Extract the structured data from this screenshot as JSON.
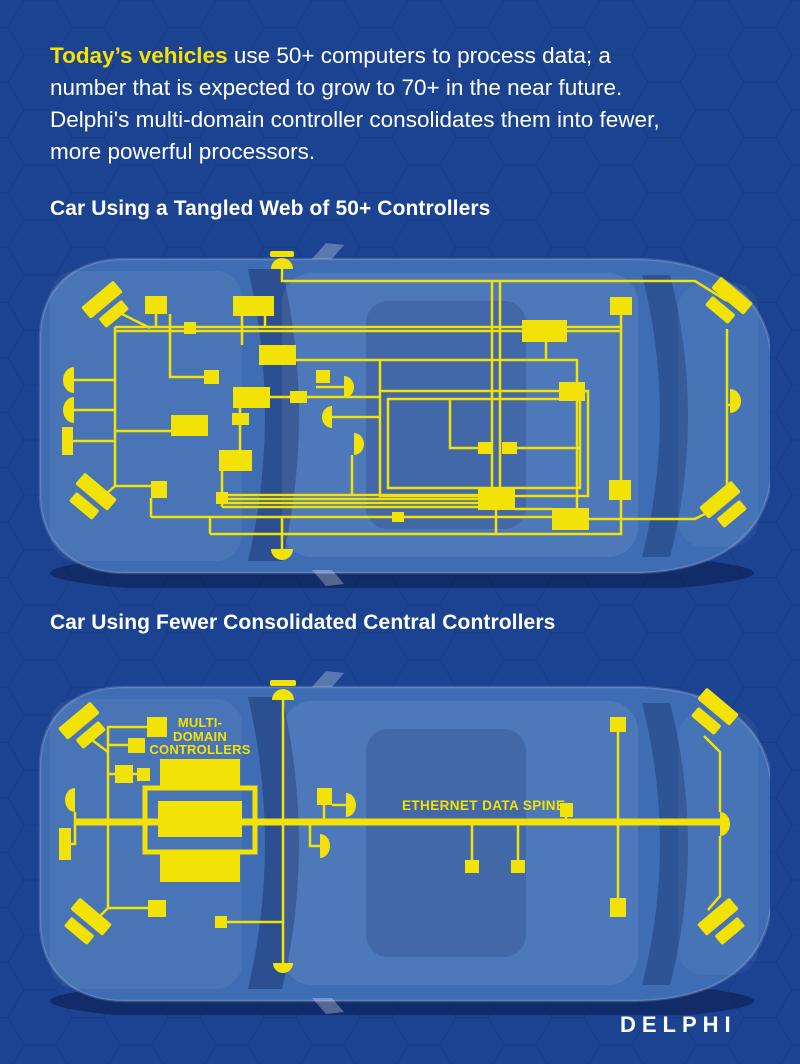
{
  "colors": {
    "background": "#1C4392",
    "accent_yellow": "#F2E205",
    "text_white": "#FFFFFF",
    "car_blue": "#3E6DB3"
  },
  "intro": {
    "highlight": "Today’s vehicles",
    "rest": " use 50+ computers to process data; a number that is expected to grow to 70+ in the near future. Delphi's multi-domain controller consolidates them into fewer, more powerful processors."
  },
  "diagram_tangled": {
    "title": "Car Using a Tangled Web of 50+ Controllers"
  },
  "diagram_consolidated": {
    "title": "Car Using Fewer Consolidated Central Controllers",
    "mdc_label_lines": [
      "MULTI-",
      "DOMAIN",
      "CONTROLLERS"
    ],
    "spine_label": "ETHERNET DATA SPINE"
  },
  "footer": {
    "logo": "DELPHI"
  }
}
